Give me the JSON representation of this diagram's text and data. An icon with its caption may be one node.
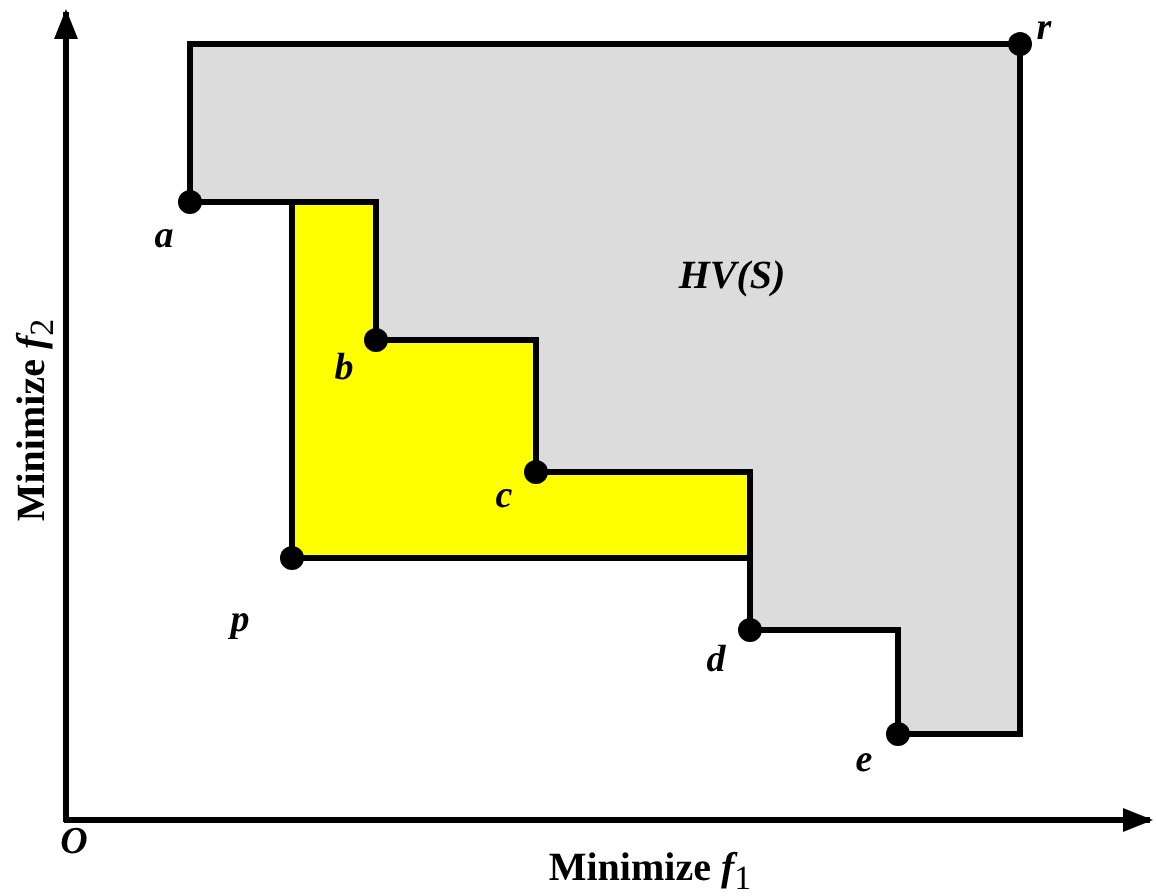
{
  "diagram": {
    "nodes": [
      {
        "text": [
          "HV(S)"
        ]
      }
    ],
    "edges": [],
    "labels": [
      "Minimize *f*$_{2}$",
      "r",
      "a",
      "b",
      "c",
      "p",
      "d",
      "e",
      "O",
      "Minimize *f*$_{1}$"
    ]
  }
}
